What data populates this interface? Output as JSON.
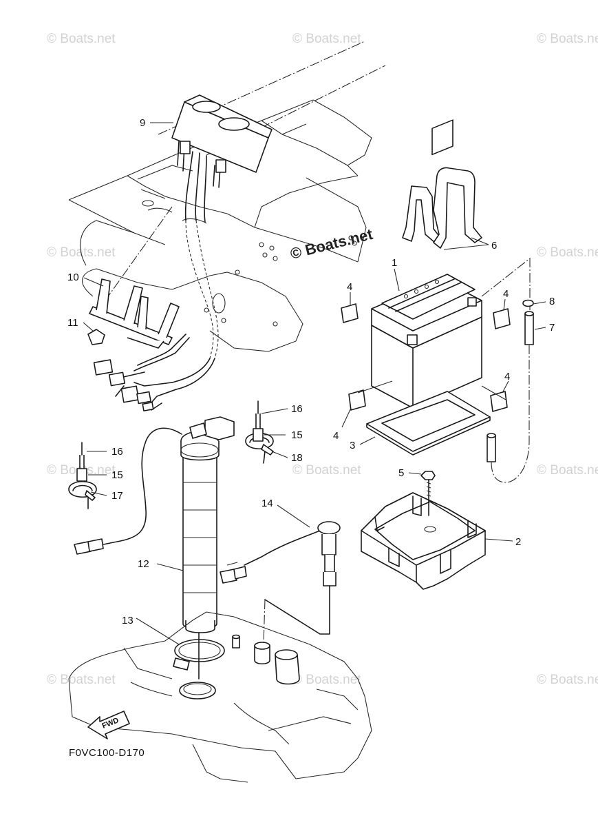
{
  "watermark": "© Boats.net",
  "center_watermark": "© Boats.net",
  "drawing_code": "F0VC100-D170",
  "fwd_label": "FWD",
  "callouts": {
    "c1": "1",
    "c2": "2",
    "c3": "3",
    "c4a": "4",
    "c4b": "4",
    "c4c": "4",
    "c4d": "4",
    "c5": "5",
    "c6": "6",
    "c7": "7",
    "c8": "8",
    "c9": "9",
    "c10": "10",
    "c11": "11",
    "c12": "12",
    "c13": "13",
    "c14": "14",
    "c15a": "15",
    "c15b": "15",
    "c16a": "16",
    "c16b": "16",
    "c17": "17",
    "c18": "18"
  }
}
